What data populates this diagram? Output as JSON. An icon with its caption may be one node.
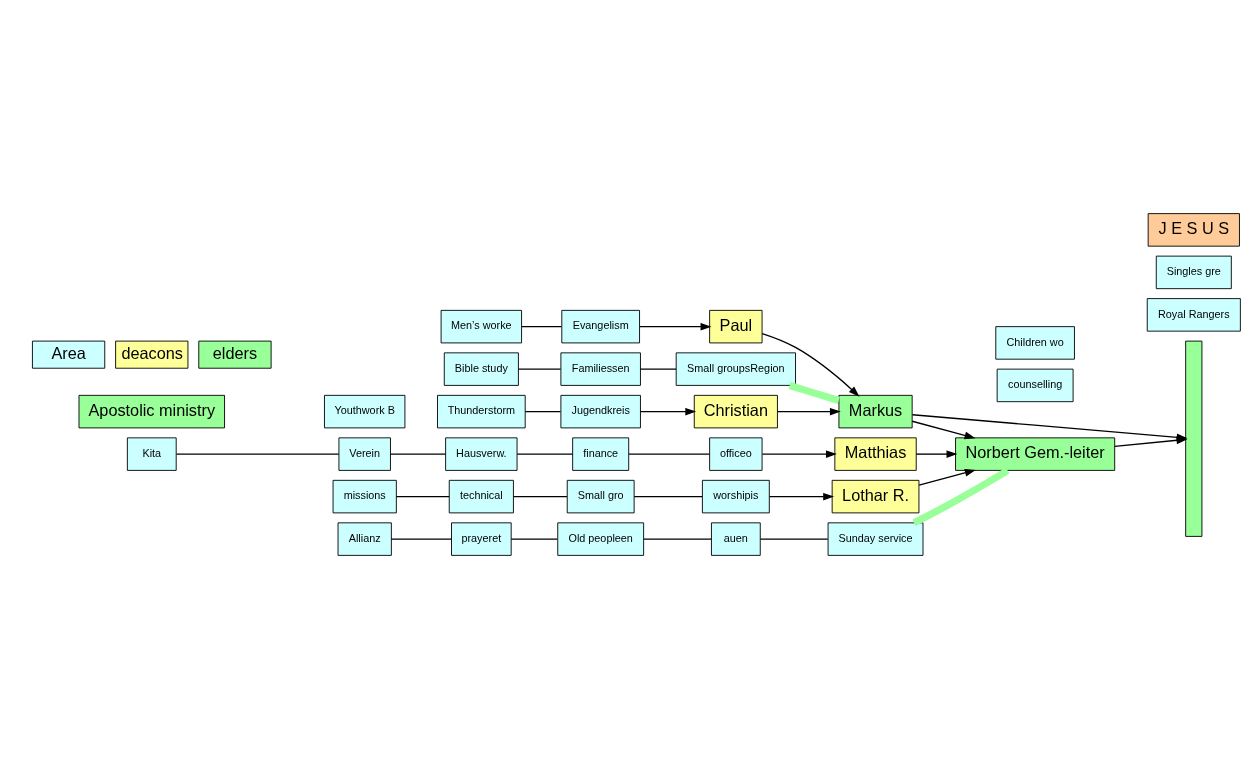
{
  "diagram": {
    "nodes": [
      {
        "text": [
          "Kita"
        ]
      },
      {
        "text": [
          "Verein"
        ]
      },
      {
        "text": [
          "Hausverw."
        ]
      },
      {
        "text": [
          "finance"
        ]
      },
      {
        "text": [
          "officeo"
        ]
      },
      {
        "text": [
          "Matthias"
        ]
      },
      {
        "text": [
          "counselling"
        ]
      },
      {
        "text": [
          "Allianz"
        ]
      },
      {
        "text": [
          "prayeret"
        ]
      },
      {
        "text": [
          "Old peopleen"
        ]
      },
      {
        "text": [
          "auen"
        ]
      },
      {
        "text": [
          "Sunday service"
        ]
      },
      {
        "text": [
          "Norbert Gem.-leiter"
        ]
      },
      {
        "text": [
          "missions"
        ]
      },
      {
        "text": [
          "technical"
        ]
      },
      {
        "text": [
          "Small gro"
        ]
      },
      {
        "text": [
          "worshipis"
        ]
      },
      {
        "text": [
          "Lothar R."
        ]
      },
      {
        "text": [
          "Men’s worke"
        ]
      },
      {
        "text": [
          "Evangelism"
        ]
      },
      {
        "text": [
          "Paul"
        ]
      },
      {
        "text": [
          "Markus"
        ]
      },
      {
        "text": [
          "Royal Rangers"
        ]
      },
      {
        "text": [
          "Children wo"
        ]
      },
      {
        "text": [
          "Bible study"
        ]
      },
      {
        "text": [
          "Familiessen"
        ]
      },
      {
        "text": [
          "Small groupsRegion"
        ]
      },
      {
        "text": [
          "Singles gre"
        ]
      },
      {
        "text": [
          "Youthwork B"
        ]
      },
      {
        "text": [
          "Thunderstorm"
        ]
      },
      {
        "text": [
          "Jugendkreis"
        ]
      },
      {
        "text": [
          "Christian"
        ]
      },
      {
        "text": [],
        "shape": "bar"
      },
      {
        "text": [
          "Apostolic ministry"
        ]
      },
      {
        "text": [
          "J E S U S"
        ]
      }
    ],
    "edges": [
      {
        "from": 0,
        "to": 1,
        "arrow": "none"
      },
      {
        "from": 1,
        "to": 2,
        "arrow": "none"
      },
      {
        "from": 2,
        "to": 3,
        "arrow": "none"
      },
      {
        "from": 3,
        "to": 4,
        "arrow": "none"
      },
      {
        "from": 4,
        "to": 5,
        "arrow": "to"
      },
      {
        "from": 5,
        "to": 12,
        "arrow": "to"
      },
      {
        "from": 7,
        "to": 8,
        "arrow": "none"
      },
      {
        "from": 8,
        "to": 9,
        "arrow": "none"
      },
      {
        "from": 9,
        "to": 10,
        "arrow": "none"
      },
      {
        "from": 10,
        "to": 11,
        "arrow": "none"
      },
      {
        "from": 11,
        "to": 12,
        "arrow": "none",
        "style": "thick",
        "color": "#99ff99"
      },
      {
        "from": 13,
        "to": 14,
        "arrow": "none"
      },
      {
        "from": 14,
        "to": 15,
        "arrow": "none"
      },
      {
        "from": 15,
        "to": 16,
        "arrow": "none"
      },
      {
        "from": 16,
        "to": 17,
        "arrow": "to"
      },
      {
        "from": 17,
        "to": 12,
        "arrow": "to"
      },
      {
        "from": 12,
        "to": 32,
        "arrow": "to"
      },
      {
        "from": 21,
        "to": 12,
        "arrow": "to"
      },
      {
        "from": 18,
        "to": 19,
        "arrow": "none"
      },
      {
        "from": 19,
        "to": 20,
        "arrow": "to"
      },
      {
        "from": 20,
        "to": 21,
        "arrow": "to"
      },
      {
        "from": 21,
        "to": 32,
        "arrow": "to"
      },
      {
        "from": 24,
        "to": 25,
        "arrow": "none"
      },
      {
        "from": 25,
        "to": 26,
        "arrow": "none"
      },
      {
        "from": 26,
        "to": 21,
        "arrow": "none",
        "style": "thick",
        "color": "#99ff99"
      },
      {
        "from": 29,
        "to": 30,
        "arrow": "none"
      },
      {
        "from": 30,
        "to": 31,
        "arrow": "to"
      },
      {
        "from": 31,
        "to": 21,
        "arrow": "to"
      }
    ],
    "legend": [
      {
        "text": "Area",
        "color": "#ccffff"
      },
      {
        "text": "deacons",
        "color": "#ffff99"
      },
      {
        "text": "elders",
        "color": "#99ff99"
      }
    ]
  }
}
